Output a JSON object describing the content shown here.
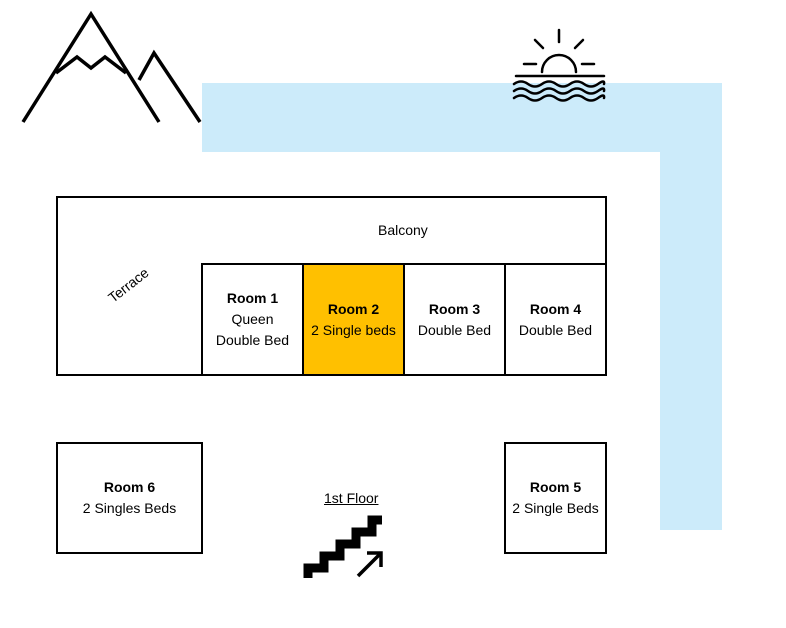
{
  "floor_label": "1st Floor",
  "areas": {
    "balcony": "Balcony",
    "terrace": "Terrace"
  },
  "rooms": [
    {
      "name": "Room 1",
      "bed": "Queen\nDouble Bed"
    },
    {
      "name": "Room 2",
      "bed": "2 Single beds",
      "highlight": "#FFC000"
    },
    {
      "name": "Room 3",
      "bed": "Double Bed"
    },
    {
      "name": "Room 4",
      "bed": "Double Bed"
    },
    {
      "name": "Room 5",
      "bed": "2 Single Beds"
    },
    {
      "name": "Room 6",
      "bed": "2 Singles Beds"
    }
  ],
  "icons": [
    "mountains-icon",
    "sunset-over-water-icon",
    "stairs-up-icon"
  ],
  "colors": {
    "water": "#CCEBFA",
    "highlight": "#FFC000",
    "outline": "#000000"
  }
}
